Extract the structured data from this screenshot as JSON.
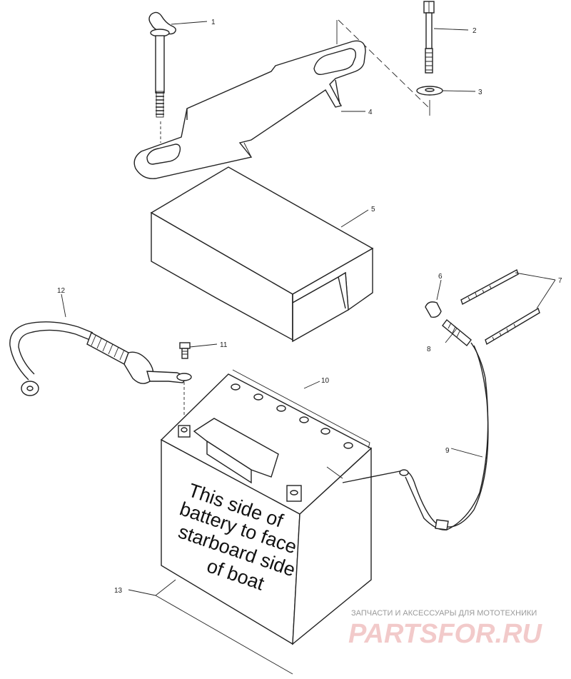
{
  "callouts": [
    {
      "id": "1",
      "label": "1"
    },
    {
      "id": "2",
      "label": "2"
    },
    {
      "id": "3",
      "label": "3"
    },
    {
      "id": "4",
      "label": "4"
    },
    {
      "id": "5",
      "label": "5"
    },
    {
      "id": "6",
      "label": "6"
    },
    {
      "id": "7",
      "label": "7"
    },
    {
      "id": "8",
      "label": "8"
    },
    {
      "id": "9",
      "label": "9"
    },
    {
      "id": "10",
      "label": "10"
    },
    {
      "id": "11",
      "label": "11"
    },
    {
      "id": "12",
      "label": "12"
    },
    {
      "id": "13",
      "label": "13"
    }
  ],
  "battery_label": {
    "lines": [
      "This side of",
      "battery to face",
      "starboard side",
      "of boat"
    ]
  },
  "watermark": {
    "tagline": "ЗАПЧАСТИ И АКСЕССУАРЫ ДЛЯ МОТОТЕХНИКИ",
    "brand": "PARTSFOR.RU"
  }
}
